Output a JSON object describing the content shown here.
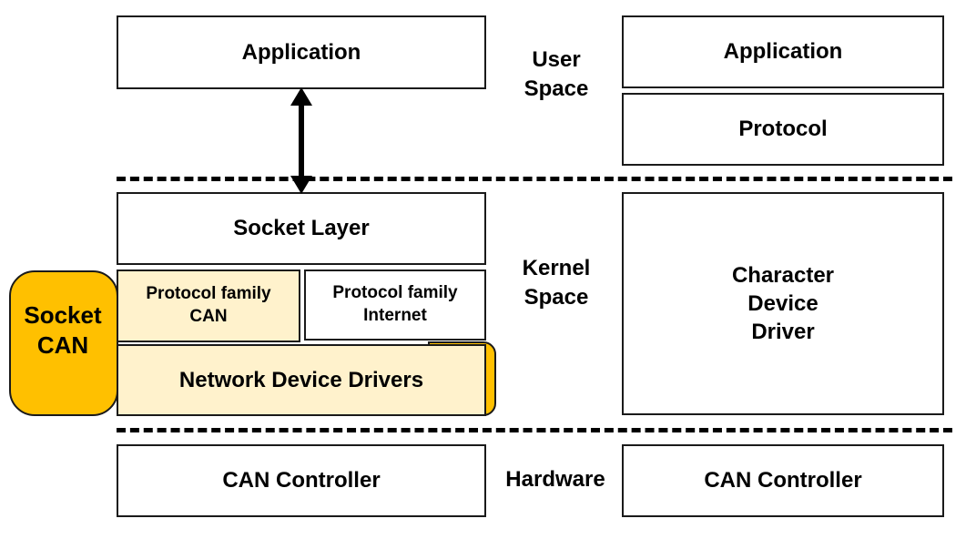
{
  "left_stack": {
    "application": "Application",
    "socket_layer": "Socket Layer",
    "protocol_family_can": [
      "Protocol family",
      "CAN"
    ],
    "protocol_family_internet": [
      "Protocol family",
      "Internet"
    ],
    "network_device_drivers": "Network Device Drivers",
    "can_controller": "CAN Controller"
  },
  "socketcan": [
    "Socket",
    "CAN"
  ],
  "space_labels": {
    "user": [
      "User",
      "Space"
    ],
    "kernel": [
      "Kernel",
      "Space"
    ],
    "hardware": "Hardware"
  },
  "right_stack": {
    "application": "Application",
    "protocol": "Protocol",
    "character_device_driver": [
      "Character",
      "Device",
      "Driver"
    ],
    "can_controller": "CAN Controller"
  },
  "colors": {
    "socketcan_fill": "#ffc000",
    "socketcan_layer_fill": "#fff2cc",
    "border": "#1a1a1a"
  }
}
